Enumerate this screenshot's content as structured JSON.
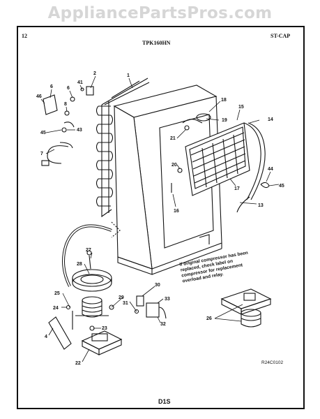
{
  "watermark": "AppliancePartsPros.com",
  "header": {
    "page": "12",
    "model": "TPK160HN",
    "section": "ST-CAP"
  },
  "note": "If original compressor has been replaced, check label on compressor for replacement overload and relay.",
  "diagram_code": "R24C0102",
  "page_label": "D1S",
  "callouts": {
    "c1": "1",
    "c2": "2",
    "c4": "4",
    "c6": "6",
    "c7": "7",
    "c8": "8",
    "c13": "13",
    "c14": "14",
    "c15": "15",
    "c16": "16",
    "c17": "17",
    "c18": "18",
    "c19": "19",
    "c20": "20",
    "c21": "21",
    "c22": "22",
    "c23": "23",
    "c24": "24",
    "c25": "25",
    "c26": "26",
    "c27": "27",
    "c28": "28",
    "c29": "29",
    "c30": "30",
    "c31": "31",
    "c32": "32",
    "c33": "33",
    "c41": "41",
    "c43": "43",
    "c44": "44",
    "c45a": "45",
    "c45b": "45",
    "c46": "46"
  }
}
